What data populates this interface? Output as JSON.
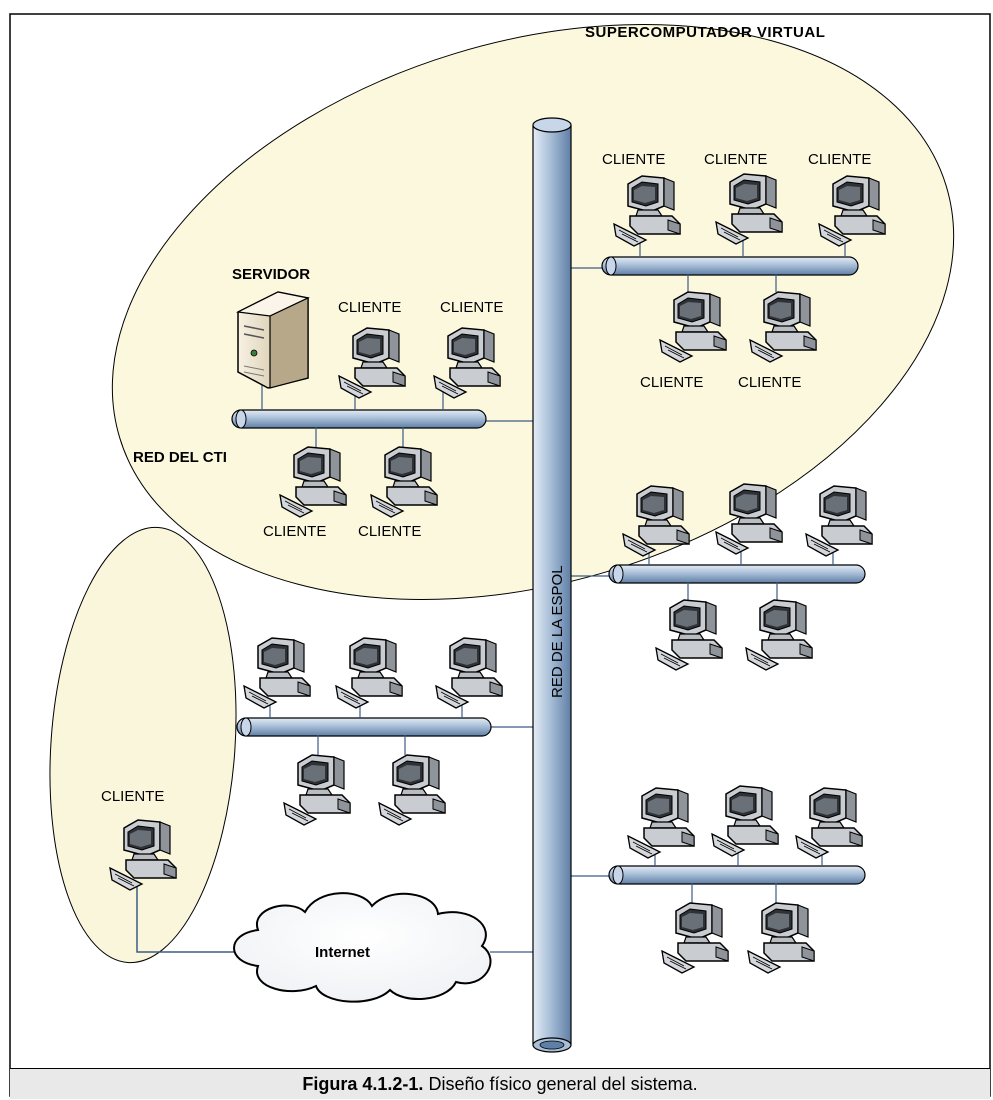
{
  "labels": {
    "title": "SUPERCOMPUTADOR VIRTUAL",
    "server": "SERVIDOR",
    "cti": "RED DEL CTI",
    "backbone": "RED DE LA ESPOL",
    "internet": "Internet",
    "client": "CLIENTE"
  },
  "caption": {
    "figure_number": "Figura 4.1.2-1.",
    "text": "Diseño físico general del sistema."
  }
}
